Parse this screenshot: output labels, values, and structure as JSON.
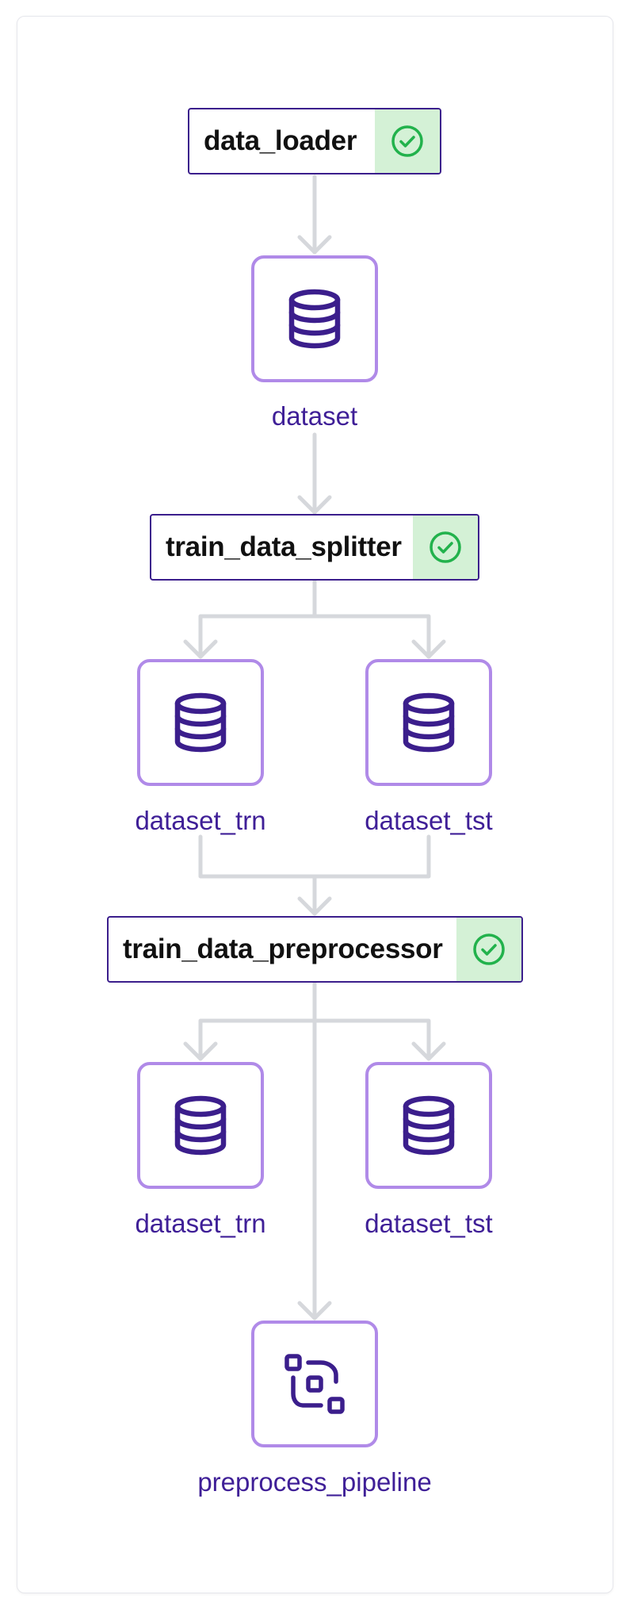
{
  "colors": {
    "step_border": "#3b1e8c",
    "status_bg": "#d4f1d6",
    "status_check": "#22b24c",
    "artifact_border": "#b08ae8",
    "artifact_icon": "#3b1e8c",
    "artifact_label": "#3f1f97",
    "edge": "#d6d8dc"
  },
  "steps": [
    {
      "id": "data_loader",
      "label": "data_loader",
      "status_icon": "check-circle-icon"
    },
    {
      "id": "train_data_splitter",
      "label": "train_data_splitter",
      "status_icon": "check-circle-icon"
    },
    {
      "id": "train_data_preprocessor",
      "label": "train_data_preprocessor",
      "status_icon": "check-circle-icon"
    }
  ],
  "artifacts": [
    {
      "label": "dataset",
      "icon": "database-icon"
    },
    {
      "label": "dataset_trn",
      "icon": "database-icon"
    },
    {
      "label": "dataset_tst",
      "icon": "database-icon"
    },
    {
      "label": "dataset_trn",
      "icon": "database-icon"
    },
    {
      "label": "dataset_tst",
      "icon": "database-icon"
    },
    {
      "label": "preprocess_pipeline",
      "icon": "pipeline-icon"
    }
  ]
}
